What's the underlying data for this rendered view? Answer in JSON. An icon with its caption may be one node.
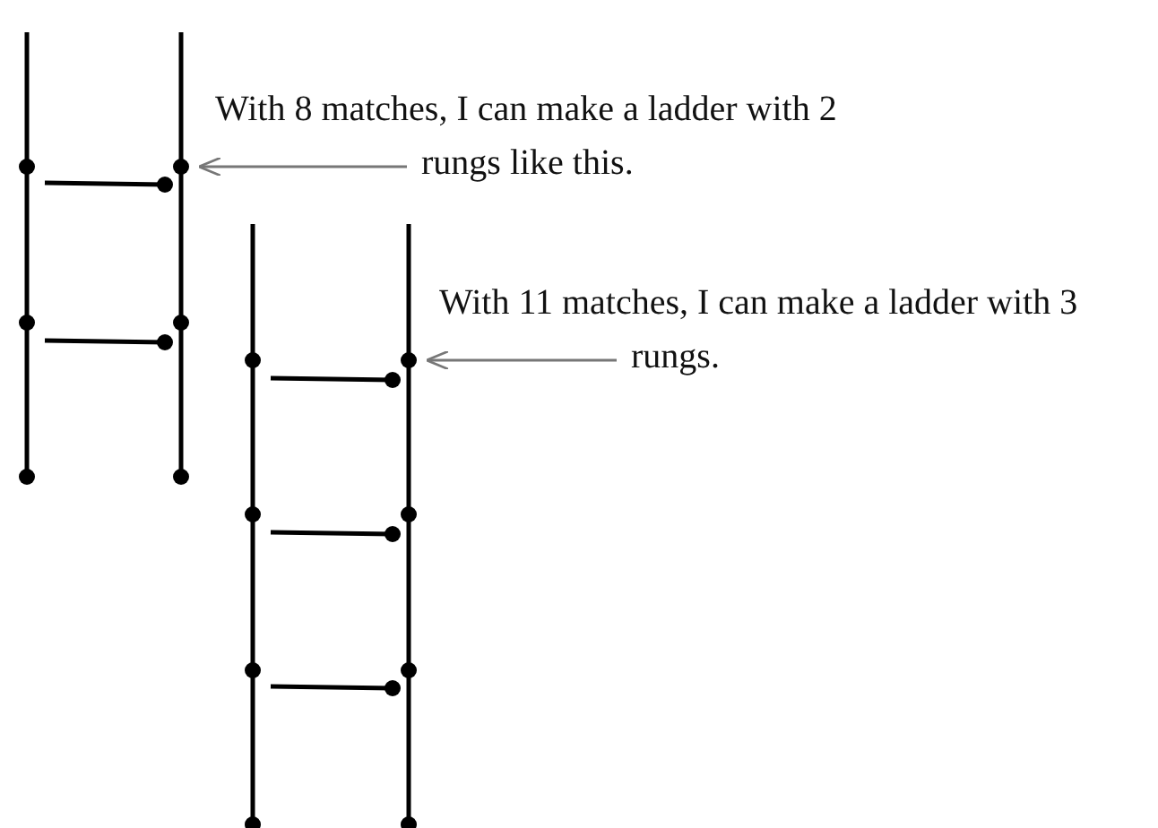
{
  "diagram": {
    "nodes": [
      {
        "text": [
          "With 8 matches, I can make a ladder with 2 rungs like this."
        ]
      },
      {
        "text": [],
        "shape": "ladder"
      },
      {
        "text": [
          "With 11 matches, I can make a ladder with 3 rungs."
        ]
      },
      {
        "text": [],
        "shape": "ladder"
      }
    ],
    "edges": [
      {
        "from": 0,
        "to": 1,
        "arrow": "to"
      },
      {
        "from": 2,
        "to": 3,
        "arrow": "to"
      }
    ]
  }
}
